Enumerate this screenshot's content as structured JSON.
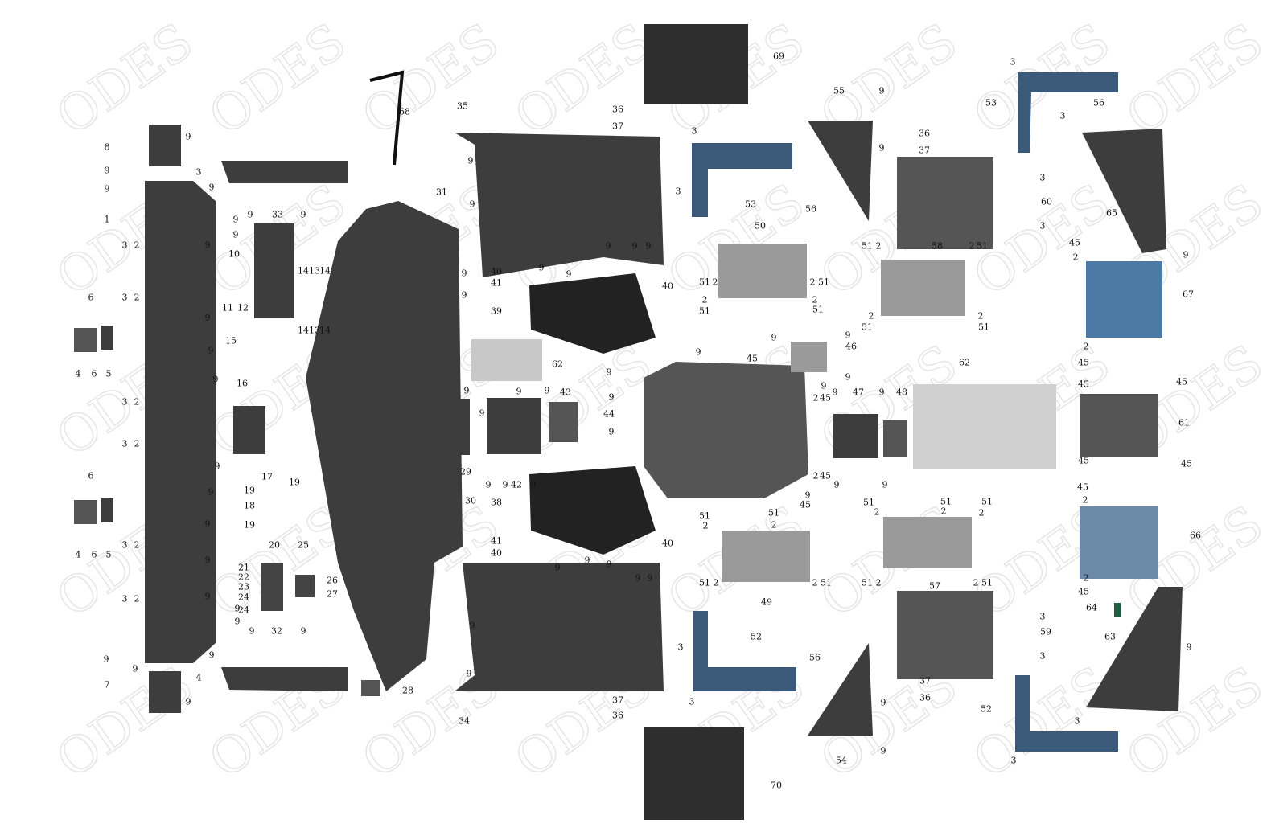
{
  "diagram": {
    "type": "exploded-parts-diagram",
    "watermark": "ODES",
    "callouts": [
      "8",
      "9",
      "9",
      "3",
      "9",
      "9",
      "1",
      "9",
      "9",
      "9",
      "3",
      "2",
      "3",
      "2",
      "6",
      "4",
      "6",
      "5",
      "9",
      "9",
      "9",
      "3",
      "2",
      "3",
      "2",
      "9",
      "9",
      "6",
      "4",
      "6",
      "5",
      "9",
      "3",
      "2",
      "9",
      "3",
      "2",
      "9",
      "9",
      "9",
      "9",
      "9",
      "4",
      "9",
      "7",
      "9",
      "33",
      "9",
      "9",
      "10",
      "11",
      "12",
      "14",
      "13",
      "14",
      "14",
      "13",
      "14",
      "15",
      "16",
      "17",
      "19",
      "19",
      "18",
      "19",
      "20",
      "25",
      "21",
      "22",
      "23",
      "24",
      "24",
      "26",
      "27",
      "32",
      "9",
      "9",
      "28",
      "68",
      "31",
      "35",
      "36",
      "37",
      "9",
      "9",
      "9",
      "9",
      "40",
      "41",
      "39",
      "9",
      "9",
      "9",
      "9",
      "9",
      "40",
      "62",
      "9",
      "9",
      "29",
      "30",
      "9",
      "9",
      "42",
      "9",
      "43",
      "9",
      "9",
      "9",
      "9",
      "44",
      "9",
      "9",
      "38",
      "41",
      "40",
      "9",
      "9",
      "9",
      "9",
      "9",
      "40",
      "9",
      "9",
      "34",
      "37",
      "36",
      "69",
      "70",
      "3",
      "53",
      "3",
      "50",
      "51",
      "2",
      "2",
      "51",
      "2",
      "51",
      "2",
      "51",
      "9",
      "9",
      "46",
      "45",
      "9",
      "9",
      "2",
      "45",
      "9",
      "47",
      "9",
      "48",
      "2",
      "45",
      "9",
      "9",
      "9",
      "45",
      "51",
      "2",
      "51",
      "2",
      "49",
      "51",
      "2",
      "2",
      "51",
      "52",
      "3",
      "3",
      "55",
      "9",
      "9",
      "56",
      "36",
      "37",
      "58",
      "51",
      "2",
      "2",
      "51",
      "2",
      "51",
      "2",
      "51",
      "3",
      "60",
      "3",
      "62",
      "51",
      "2",
      "51",
      "2",
      "51",
      "2",
      "57",
      "51",
      "2",
      "2",
      "51",
      "3",
      "59",
      "3",
      "56",
      "9",
      "37",
      "36",
      "9",
      "54",
      "3",
      "53",
      "56",
      "3",
      "65",
      "9",
      "45",
      "2",
      "67",
      "2",
      "45",
      "45",
      "45",
      "61",
      "45",
      "45",
      "45",
      "2",
      "66",
      "2",
      "45",
      "64",
      "9",
      "63",
      "52",
      "3",
      "3"
    ]
  }
}
